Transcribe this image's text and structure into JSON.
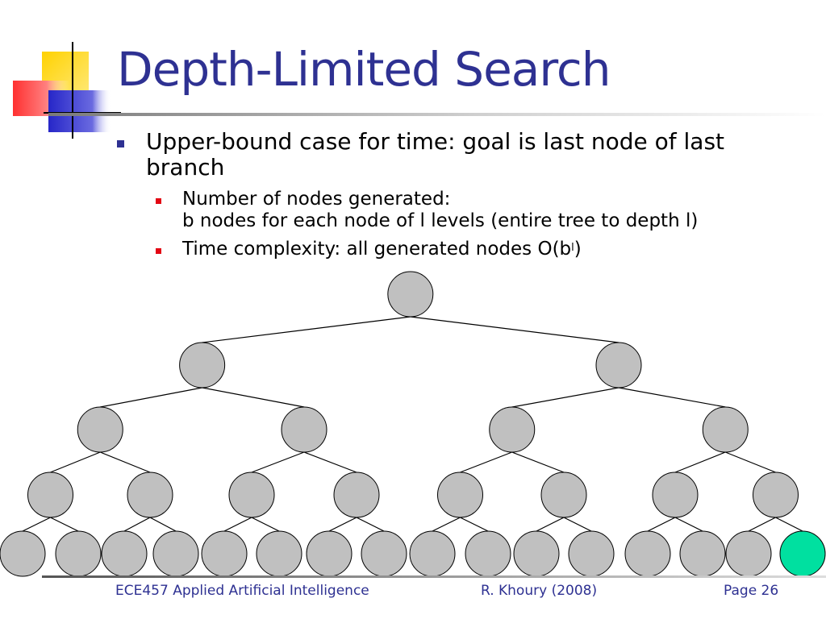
{
  "slide": {
    "title": "Depth-Limited Search",
    "bullets": [
      {
        "text": "Upper-bound case for time: goal is last node of last branch",
        "sub": [
          {
            "line1": "Number of nodes generated:",
            "line2": "b nodes for each node of l levels (entire tree to depth l)"
          },
          {
            "text": "Time complexity: all generated nodes O(b",
            "sup": "l",
            "tail": ")"
          }
        ]
      }
    ]
  },
  "tree": {
    "levels": 5,
    "branching": 2,
    "goal_leaf": "last",
    "colors": {
      "node": "#c0c0c0",
      "goal": "#00e0a0",
      "edge": "#000000"
    }
  },
  "footer": {
    "course": "ECE457 Applied Artificial Intelligence",
    "author": "R. Khoury (2008)",
    "page": "Page 26"
  },
  "colors": {
    "title": "#2e3192",
    "bullet1": "#2e3192",
    "bullet2": "#e30613"
  }
}
